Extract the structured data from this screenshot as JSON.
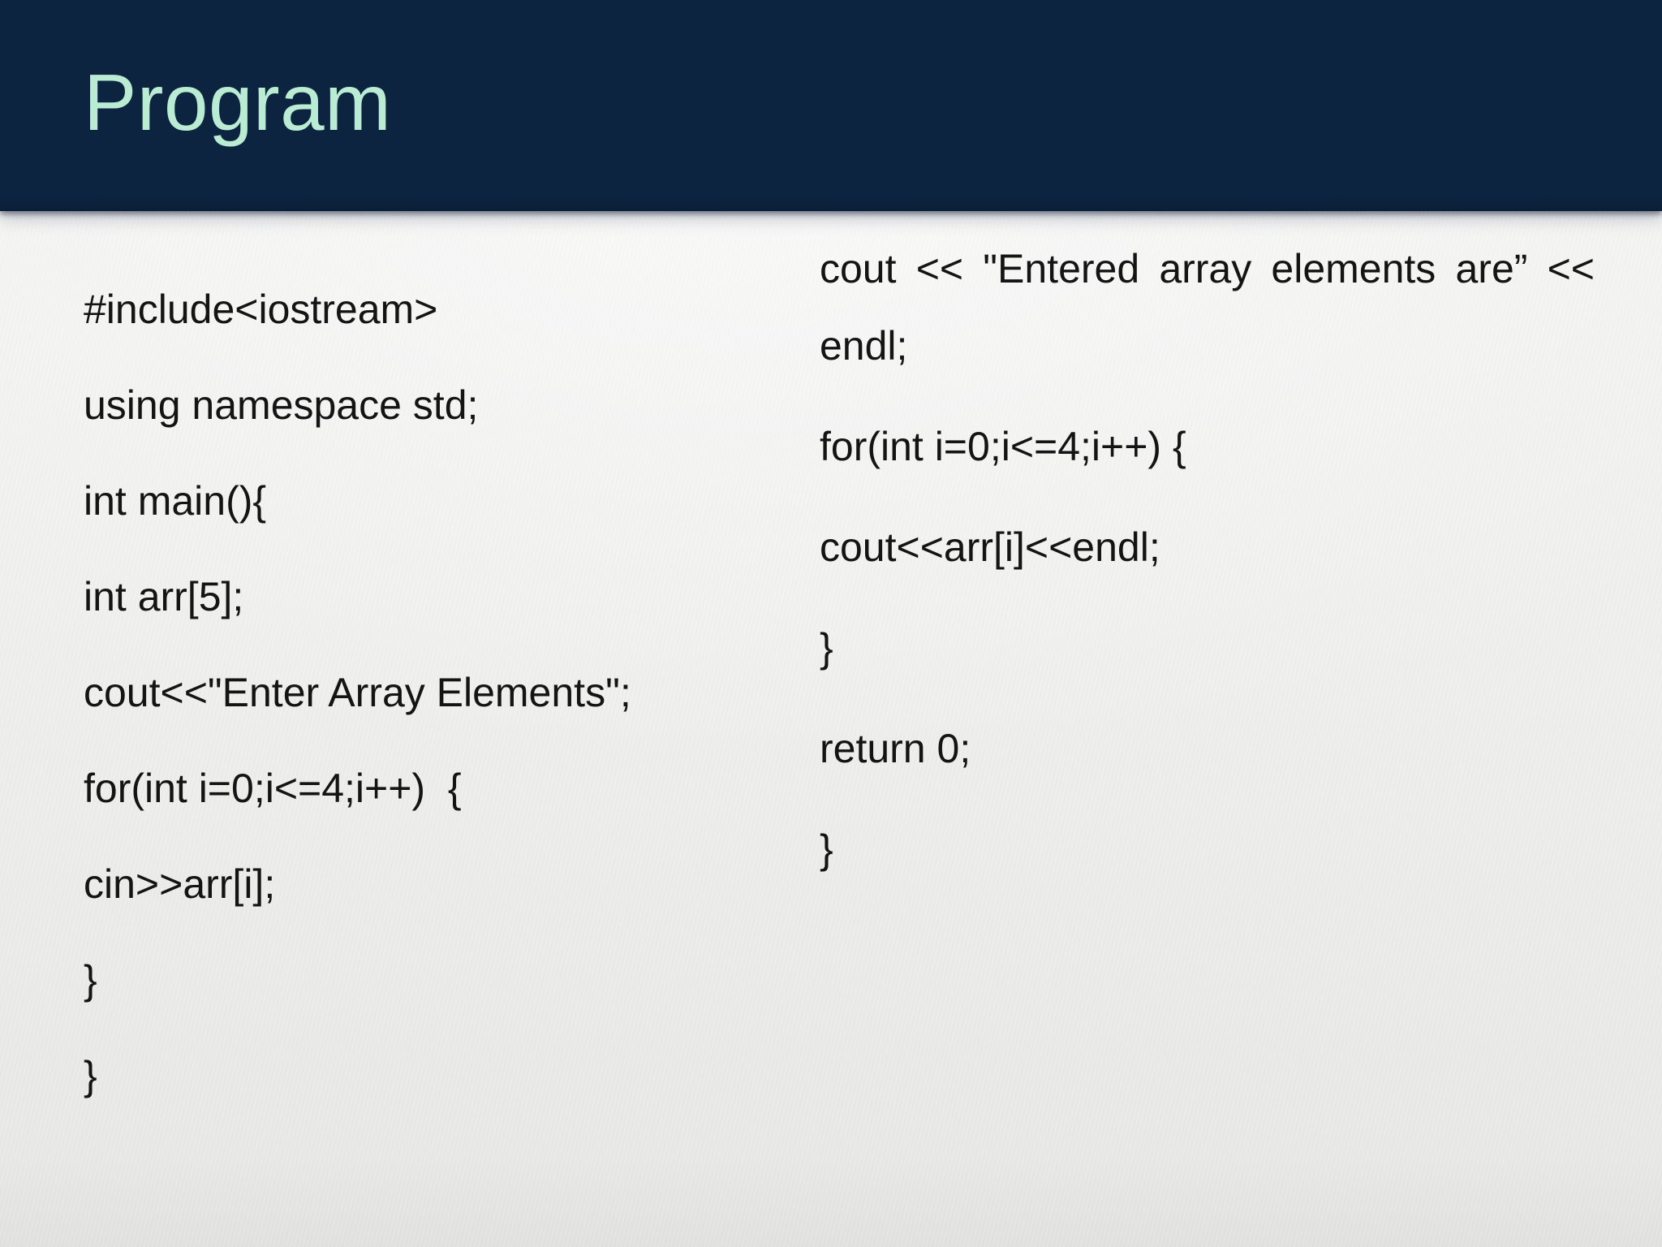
{
  "slide": {
    "title": "Program",
    "left_column": {
      "lines": [
        "#include<iostream>",
        "using namespace std;",
        "int main(){",
        "int arr[5];",
        "cout<<\"Enter Array Elements\";",
        "for(int i=0;i<=4;i++)  {",
        "cin>>arr[i];",
        "}",
        "}"
      ]
    },
    "right_column": {
      "lines": [
        "cout << \"Entered array elements are” <<",
        "endl;",
        "for(int i=0;i<=4;i++) {",
        "cout<<arr[i]<<endl;",
        "}",
        "return 0;",
        "}"
      ]
    }
  },
  "colors": {
    "header_bg": "#0d2441",
    "title_text": "#b9ecd3",
    "body_text": "#141414",
    "background": "#efefee"
  }
}
